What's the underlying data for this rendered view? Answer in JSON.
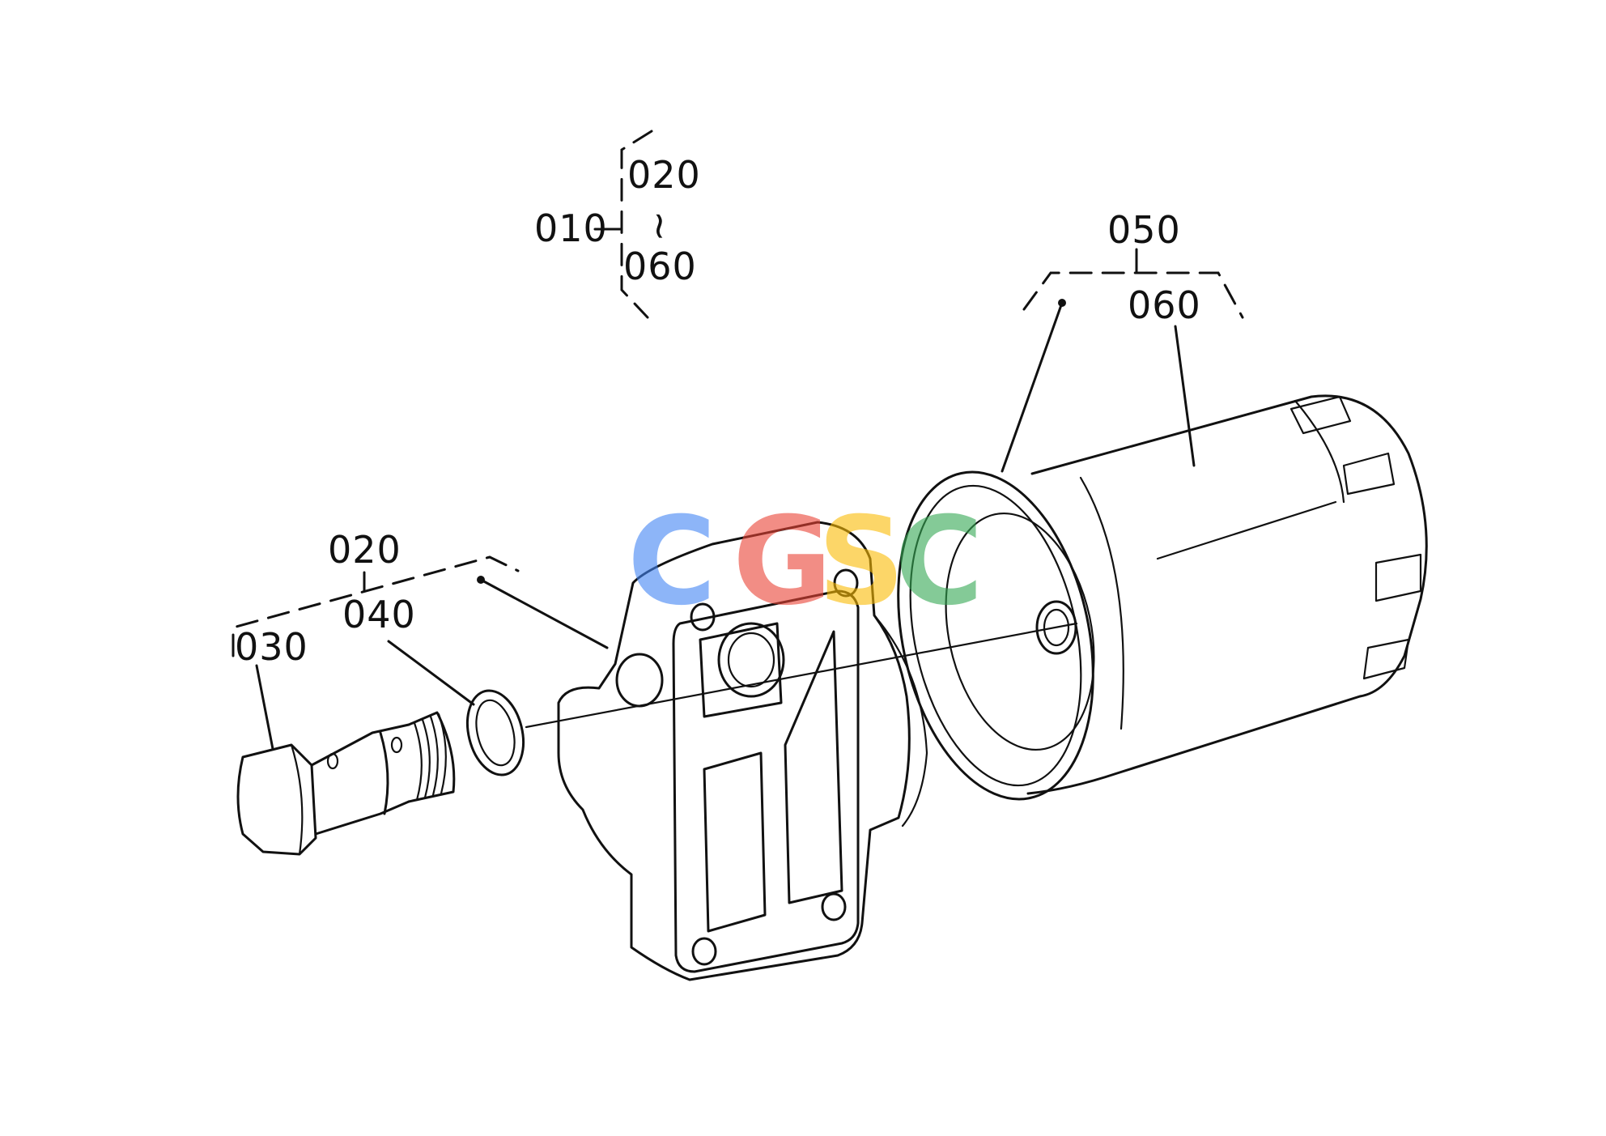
{
  "labels": {
    "assembly": "010",
    "range_top": "020",
    "range_tilde": "~",
    "range_bottom": "060",
    "bolt_group": "020",
    "bolt": "030",
    "o_ring": "040",
    "cartridge_group": "050",
    "cartridge": "060"
  },
  "watermark": {
    "letters": [
      "C",
      "G",
      "S",
      "C"
    ],
    "colors": [
      "#4285F4",
      "#EA4335",
      "#FBBC05",
      "#34A853"
    ]
  }
}
